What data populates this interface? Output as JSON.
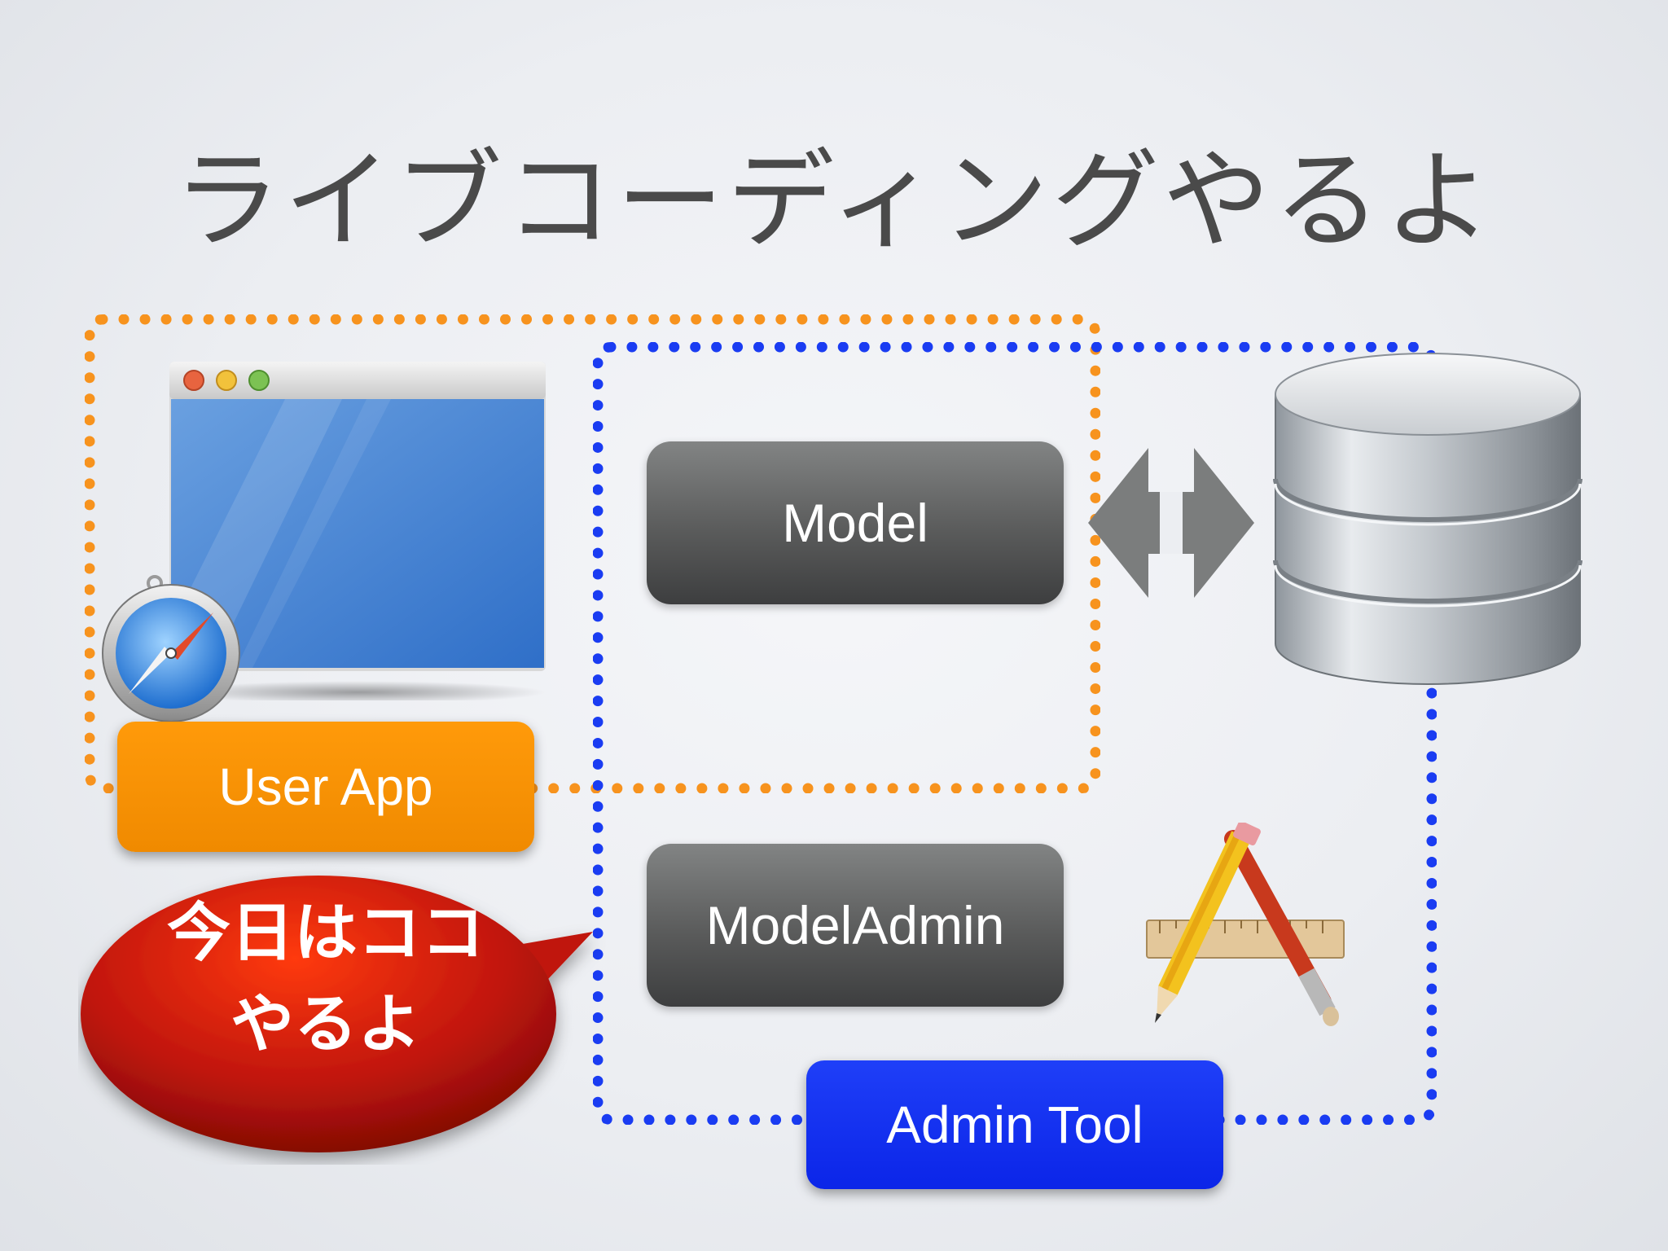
{
  "title": "ライブコーディングやるよ",
  "nodes": {
    "model": "Model",
    "model_admin": "ModelAdmin",
    "user_app": "User App",
    "admin_tool": "Admin Tool"
  },
  "callout": {
    "line1": "今日はココ",
    "line2": "やるよ"
  },
  "icons": {
    "browser_window": "browser-window-icon",
    "safari_compass": "safari-compass-icon",
    "database": "database-icon",
    "bidirectional_arrow": "bidirectional-arrow-icon",
    "xcode_tool": "pencil-brush-ruler-icon"
  },
  "colors": {
    "user_app_orange": "#f7931e",
    "admin_tool_blue": "#1a3cf2",
    "callout_red": "#c0150a",
    "model_gray": "#5a5b5b"
  }
}
